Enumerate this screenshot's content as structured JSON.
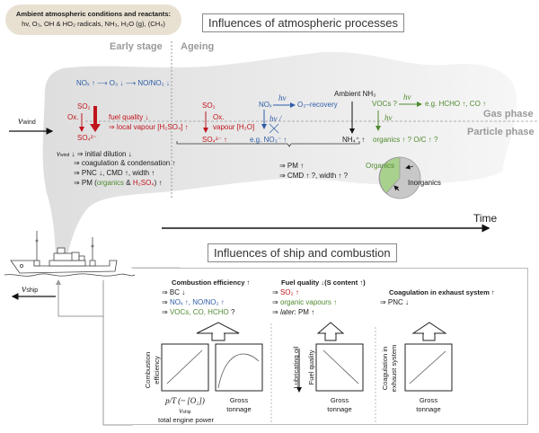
{
  "reactants": {
    "title": "Ambient atmospheric conditions and reactants:",
    "list": "hv, O₃, OH & HO₂ radicals, NH₃, H₂O (g), (CH₄)"
  },
  "atmos": {
    "title": "Influences of atmospheric processes",
    "stage_early": "Early stage",
    "stage_ageing": "Ageing",
    "gas_phase": "Gas phase",
    "particle_phase": "Particle phase",
    "time_label": "Time",
    "wind_label": "v",
    "wind_sub": "wind",
    "early": {
      "nox_chain": "NOₓ ↑ ⟶ O₃ ↓ ⟶ NO/NO₂ ↓",
      "so2": "SO₂",
      "ox": "Ox.",
      "so4": "SO₄²⁻",
      "fuel_quality": "fuel quality ↓",
      "local_vapour": "⇒ local vapour [H₂SO₄] ↑",
      "wind_effect": "↓ ⇒ initial dilution ↓",
      "effects": [
        "⇒ coagulation & condensation ↑",
        "⇒ PNC ↓, CMD ↑, width ↑"
      ],
      "pm_prefix": "⇒ PM (",
      "pm_organics": "organics",
      "pm_amp": " & ",
      "pm_h2so4": "H₂SO₄",
      "pm_suffix": ") ↑"
    },
    "ageing": {
      "so2": "SO₂",
      "ox": "Ox.",
      "vapour": "vapour [H₂O]",
      "so4": "SO₄²⁻ ↑",
      "nox": "NOₓ",
      "hv": "hv",
      "o3_recovery": "O₃–recovery",
      "hv_slash": "hv /",
      "no3": "e.g. NO₃⁻ ↑",
      "ambient_nh3": "Ambient NH₃",
      "nh4": "NH₄⁺ ↑",
      "vocs": "VOCs ?",
      "hcho": "e.g. HCHO ↑, CO ↑",
      "organics": "organics ↑ ? O/C ↑ ?",
      "pm": "⇒ PM ↑",
      "cmd": "⇒ CMD ↑ ?,  width ↑ ?",
      "pie_organics": "Organics",
      "pie_inorganics": "Inorganics"
    }
  },
  "ship": {
    "title": "Influences of ship and combustion",
    "speed_label": "v",
    "speed_sub": "ship",
    "combustion": {
      "header": "Combustion efficiency ↑",
      "bc": "⇒ BC ↓",
      "nox": "NOₓ ↑, NO/NO₂ ↑",
      "vocs": "VOCs, CO, HCHO",
      "q": " ?",
      "ylabel": "Combustion efficiency",
      "xlabel1": "p/T (~ [O₂])",
      "xlabel2": "v",
      "xlabel2_sub": "ship",
      "xlabel3": "total engine power",
      "xlabel_b": "Gross tonnage"
    },
    "fuel": {
      "header": "Fuel quality ↓(S content  ↑)",
      "so2": "SO₂ ↑",
      "organic": "organic vapours ↑",
      "later": "later",
      "later_rest": ": PM ↑",
      "oil_label": "Lubricating oil",
      "ylabel": "Fuel quality",
      "xlabel": "Gross tonnage"
    },
    "coag": {
      "header": "Coagulation in exhaust system ↑",
      "pnc": "⇒ PNC ↓",
      "ylabel": "Coagulation in exhaust system",
      "xlabel": "Gross tonnage"
    },
    "arrow": "⇒"
  }
}
